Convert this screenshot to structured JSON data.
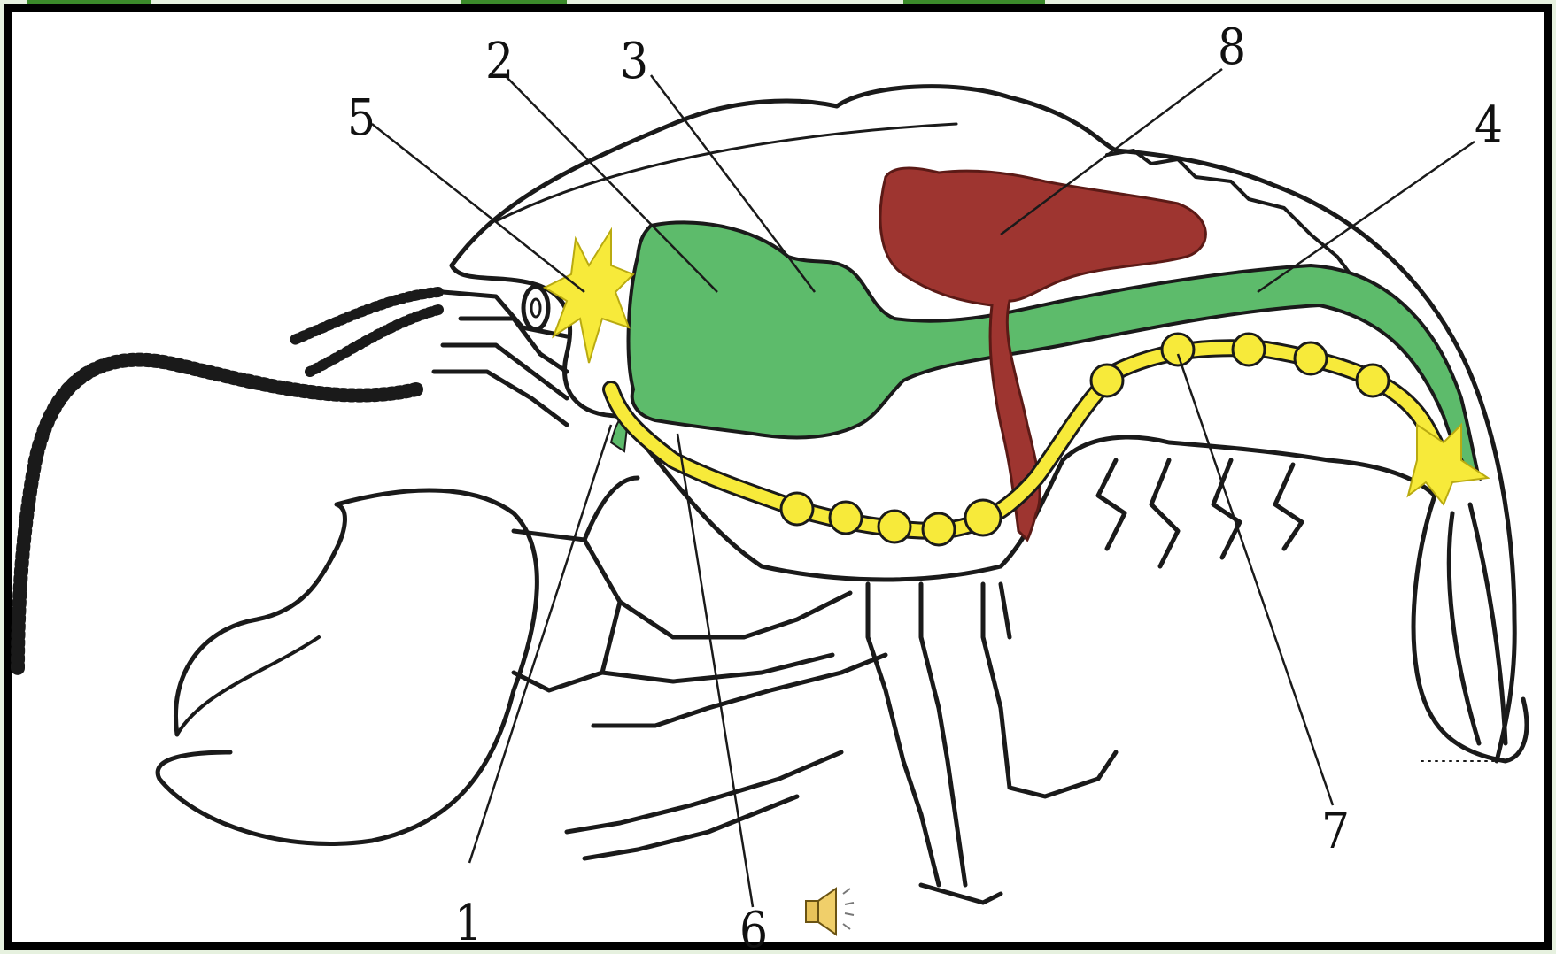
{
  "diagram": {
    "labels": [
      {
        "id": "1",
        "text": "1"
      },
      {
        "id": "2",
        "text": "2"
      },
      {
        "id": "3",
        "text": "3"
      },
      {
        "id": "4",
        "text": "4"
      },
      {
        "id": "5",
        "text": "5"
      },
      {
        "id": "6",
        "text": "6"
      },
      {
        "id": "7",
        "text": "7"
      },
      {
        "id": "8",
        "text": "8"
      }
    ],
    "colors": {
      "digestive": "#5dbb6b",
      "nervous": "#f7ea3a",
      "heart": "#9e3530",
      "outline": "#1a1a1a",
      "frame": "#000000",
      "background": "#e6f1df"
    },
    "icons": {
      "audio": "speaker-icon"
    }
  }
}
